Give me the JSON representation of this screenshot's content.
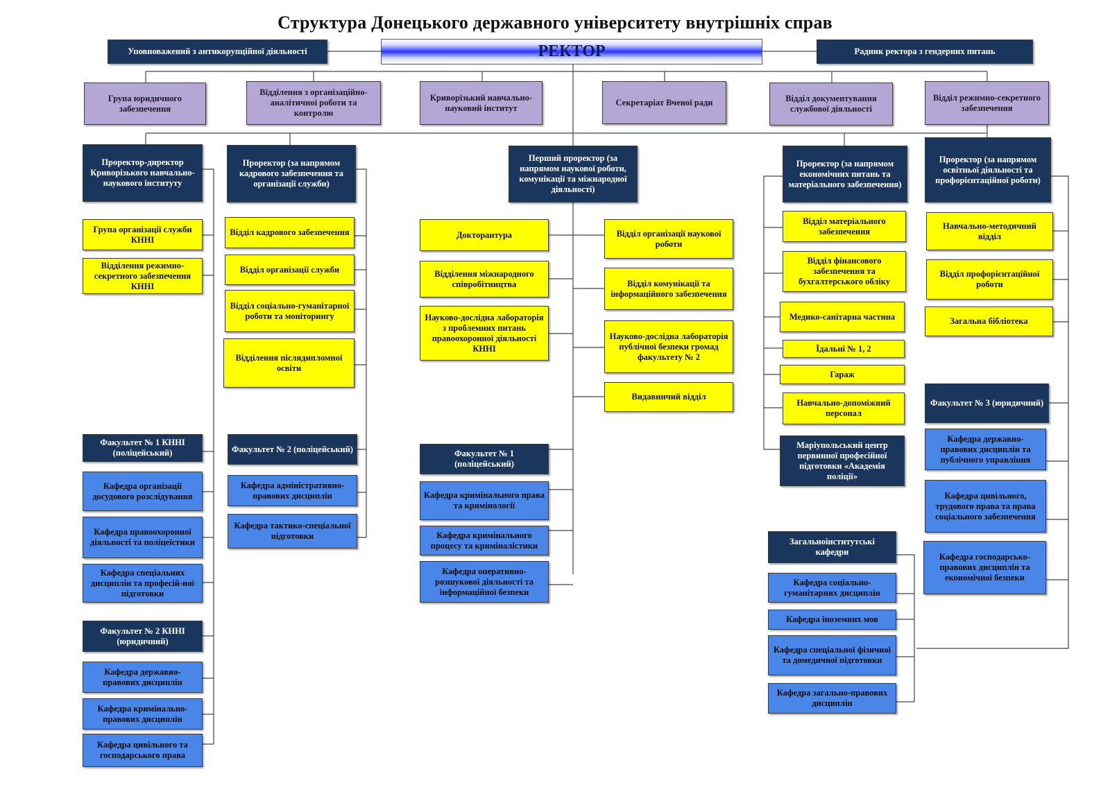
{
  "title": "Структура Донецького державного університету внутрішніх справ",
  "top": {
    "rector": "РЕКТОР",
    "anticorruption": "Уповноважений з антикорупційної діяльності",
    "gender_advisor": "Радник ректора з гендерних питань"
  },
  "units": [
    "Група юридичного забезпечення",
    "Відділення з організаційно-аналітичної роботи та контролю",
    "Криворізький навчально-науковий інститут",
    "Секретаріат Вченої ради",
    "Відділ документування службової діяльності",
    "Відділ режимно-секретного забезпечення"
  ],
  "vp_kri": {
    "head": "Проректор-директор Криворізького навчально-наукового інституту",
    "depts": [
      "Група організації служби КННІ",
      "Відділення режимно-секретного забезпечення КННІ"
    ],
    "faculty1": "Факультет № 1 КННІ (поліцейський)",
    "faculty1_chairs": [
      "Кафедра організації досудового розслідування",
      "Кафедра правоохоронної діяльності та поліцеїстики",
      "Кафедра спеціальних дисциплін та професій-ної підготовки"
    ],
    "faculty2": "Факультет № 2 КННІ (юридичний)",
    "faculty2_chairs": [
      "Кафедра державно-правових дисциплін",
      "Кафедра кримінально-правових дисциплін",
      "Кафедра цивільного та господарського права"
    ]
  },
  "vp_personnel": {
    "head": "Проректор (за напрямом кадрового забезпечення та організації служби)",
    "depts": [
      "Відділ кадрового забезпечення",
      "Відділ організації служби",
      "Відділ соціально-гуманітарної роботи та моніторингу",
      "Відділення післядипломної освіти"
    ],
    "faculty": "Факультет № 2 (поліцейський)",
    "chairs": [
      "Кафедра адміністративно-правових дисциплін",
      "Кафедра тактико-спеціальної підготовки"
    ]
  },
  "vp_first": {
    "head": "Перший проректор (за напрямом наукової роботи, комунікації та міжнародної діяльності)",
    "left_depts": [
      "Докторантура",
      "Відділення міжнародного співробітництва",
      "Науково-дослідна лабораторія з проблемних питань правоохоронної діяльності КННІ"
    ],
    "right_depts": [
      "Відділ організації наукової роботи",
      "Відділ комунікації та інформаційного забезпечення",
      "Науково-дослідна лабораторія публічної безпеки громад факультету № 2",
      "Видавничий відділ"
    ],
    "faculty": "Факультет № 1 (поліцейський)",
    "chairs": [
      "Кафедра кримінального права та кримінології",
      "Кафедра кримінального процесу та криміналістики",
      "Кафедра оперативно-розшукової діяльності та інформаційної безпеки"
    ]
  },
  "vp_econ": {
    "head": "Проректор (за напрямом економічних питань та матеріального забезпечення)",
    "depts": [
      "Відділ матеріального забезпечення",
      "Відділ фінансового забезпечення та бухгалтерського обліку",
      "Медико-санітарна частина",
      "Їдальні № 1, 2",
      "Гараж",
      "Навчально-допоміжний персонал",
      "Маріупольський центр первинної професійної підготовки «Академія поліції»"
    ]
  },
  "vp_edu": {
    "head": "Проректор (за напрямом освітньої діяльності та профорієнтаційної роботи)",
    "depts": [
      "Навчально-методичний відділ",
      "Відділ профорієнтаційної роботи",
      "Загальна бібліотека"
    ],
    "faculty": "Факультет № 3 (юридичний)",
    "chairs": [
      "Кафедра державно-правових дисциплін та публічного управління",
      "Кафедра цивільного, трудового права та права соціального забезпечення",
      "Кафедра господарсько-правових дисциплін та економічної безпеки"
    ]
  },
  "general": {
    "head": "Загальноінститутські кафедри",
    "chairs": [
      "Кафедра соціально-гуманітарних дисциплін",
      "Кафедра іноземних мов",
      "Кафедра спеціальної фізичної та домедичної підготовки",
      "Кафедра загально-правових дисциплін"
    ]
  }
}
